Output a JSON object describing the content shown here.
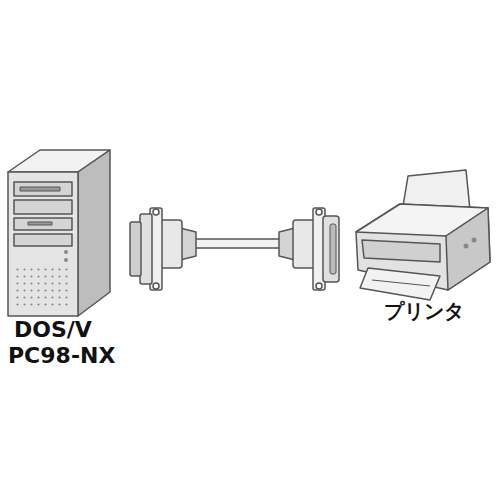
{
  "diagram": {
    "labels": [
      "DOS/V",
      "PC98-NX",
      "プリンタ"
    ]
  }
}
